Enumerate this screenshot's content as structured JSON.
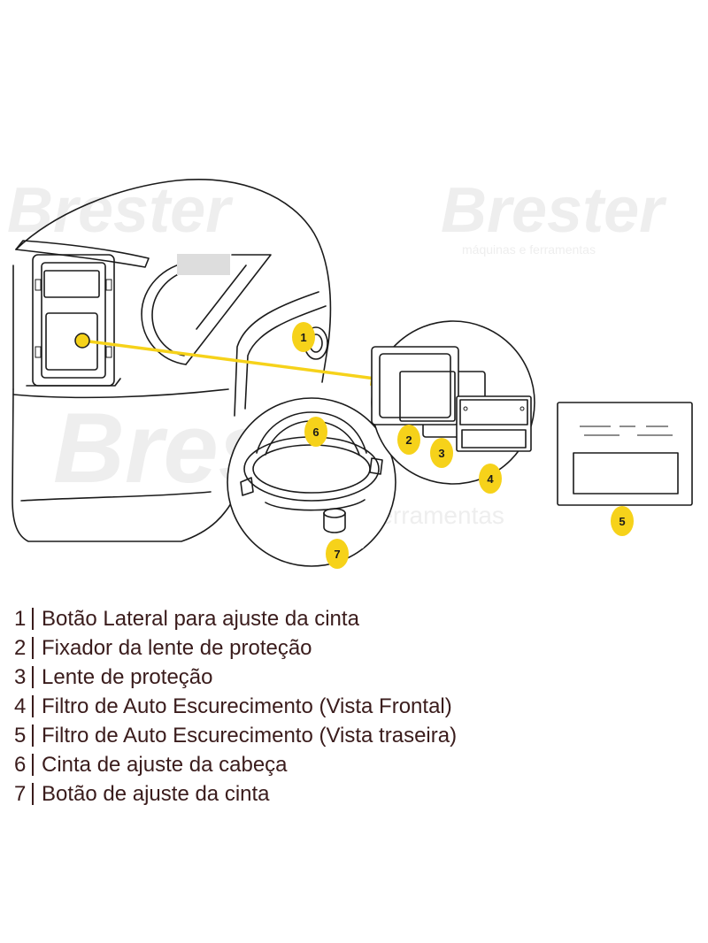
{
  "watermark": {
    "brand": "Brester",
    "tagline": "máquinas e ferramentas"
  },
  "colors": {
    "accent": "#f6d21a",
    "line": "#1b1b1b",
    "legend_text": "#3a1c1c"
  },
  "callouts": [
    {
      "number": "1"
    },
    {
      "number": "2"
    },
    {
      "number": "3"
    },
    {
      "number": "4"
    },
    {
      "number": "5"
    },
    {
      "number": "6"
    },
    {
      "number": "7"
    }
  ],
  "legend": [
    {
      "number": "1",
      "text": "Botão Lateral para ajuste da cinta"
    },
    {
      "number": "2",
      "text": "Fixador da lente de proteção"
    },
    {
      "number": "3",
      "text": "Lente de proteção"
    },
    {
      "number": "4",
      "text": "Filtro de Auto Escurecimento (Vista Frontal)"
    },
    {
      "number": "5",
      "text": "Filtro de Auto Escurecimento (Vista traseira)"
    },
    {
      "number": "6",
      "text": "Cinta de ajuste da cabeça"
    },
    {
      "number": "7",
      "text": "Botão de ajuste da cinta"
    }
  ]
}
